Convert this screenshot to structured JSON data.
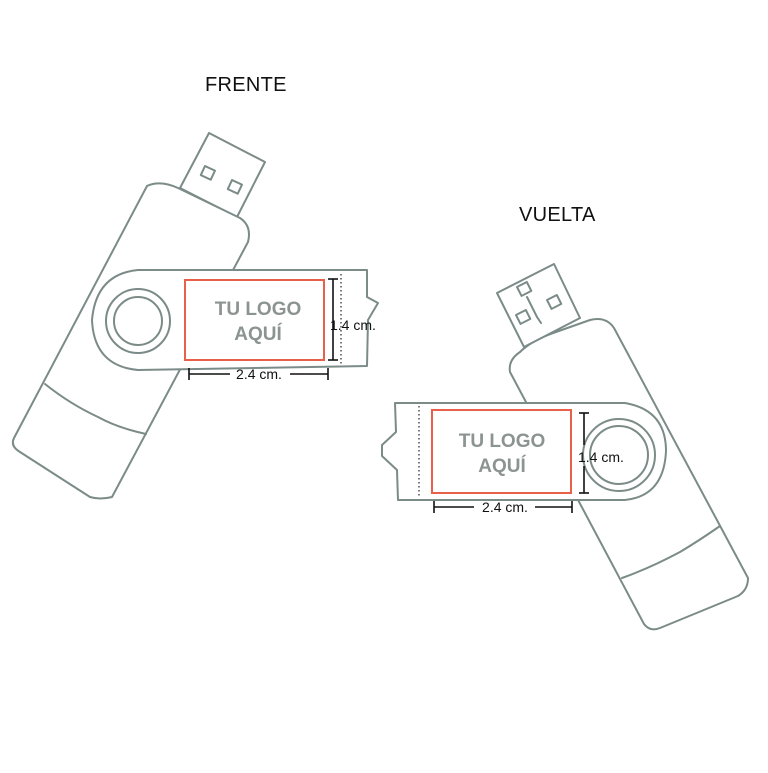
{
  "titles": {
    "front": "FRENTE",
    "back": "VUELTA"
  },
  "front": {
    "logo_line1": "TU LOGO",
    "logo_line2": "AQUÍ",
    "height_label": "1.4 cm.",
    "width_label": "2.4 cm."
  },
  "back": {
    "logo_line1": "TU LOGO",
    "logo_line2": "AQUÍ",
    "height_label": "1.4 cm.",
    "width_label": "2.4 cm."
  },
  "colors": {
    "outline": "#7b8b88",
    "logo_area": "#e8604a",
    "logo_text": "#8c9491",
    "dimension": "#111111"
  }
}
